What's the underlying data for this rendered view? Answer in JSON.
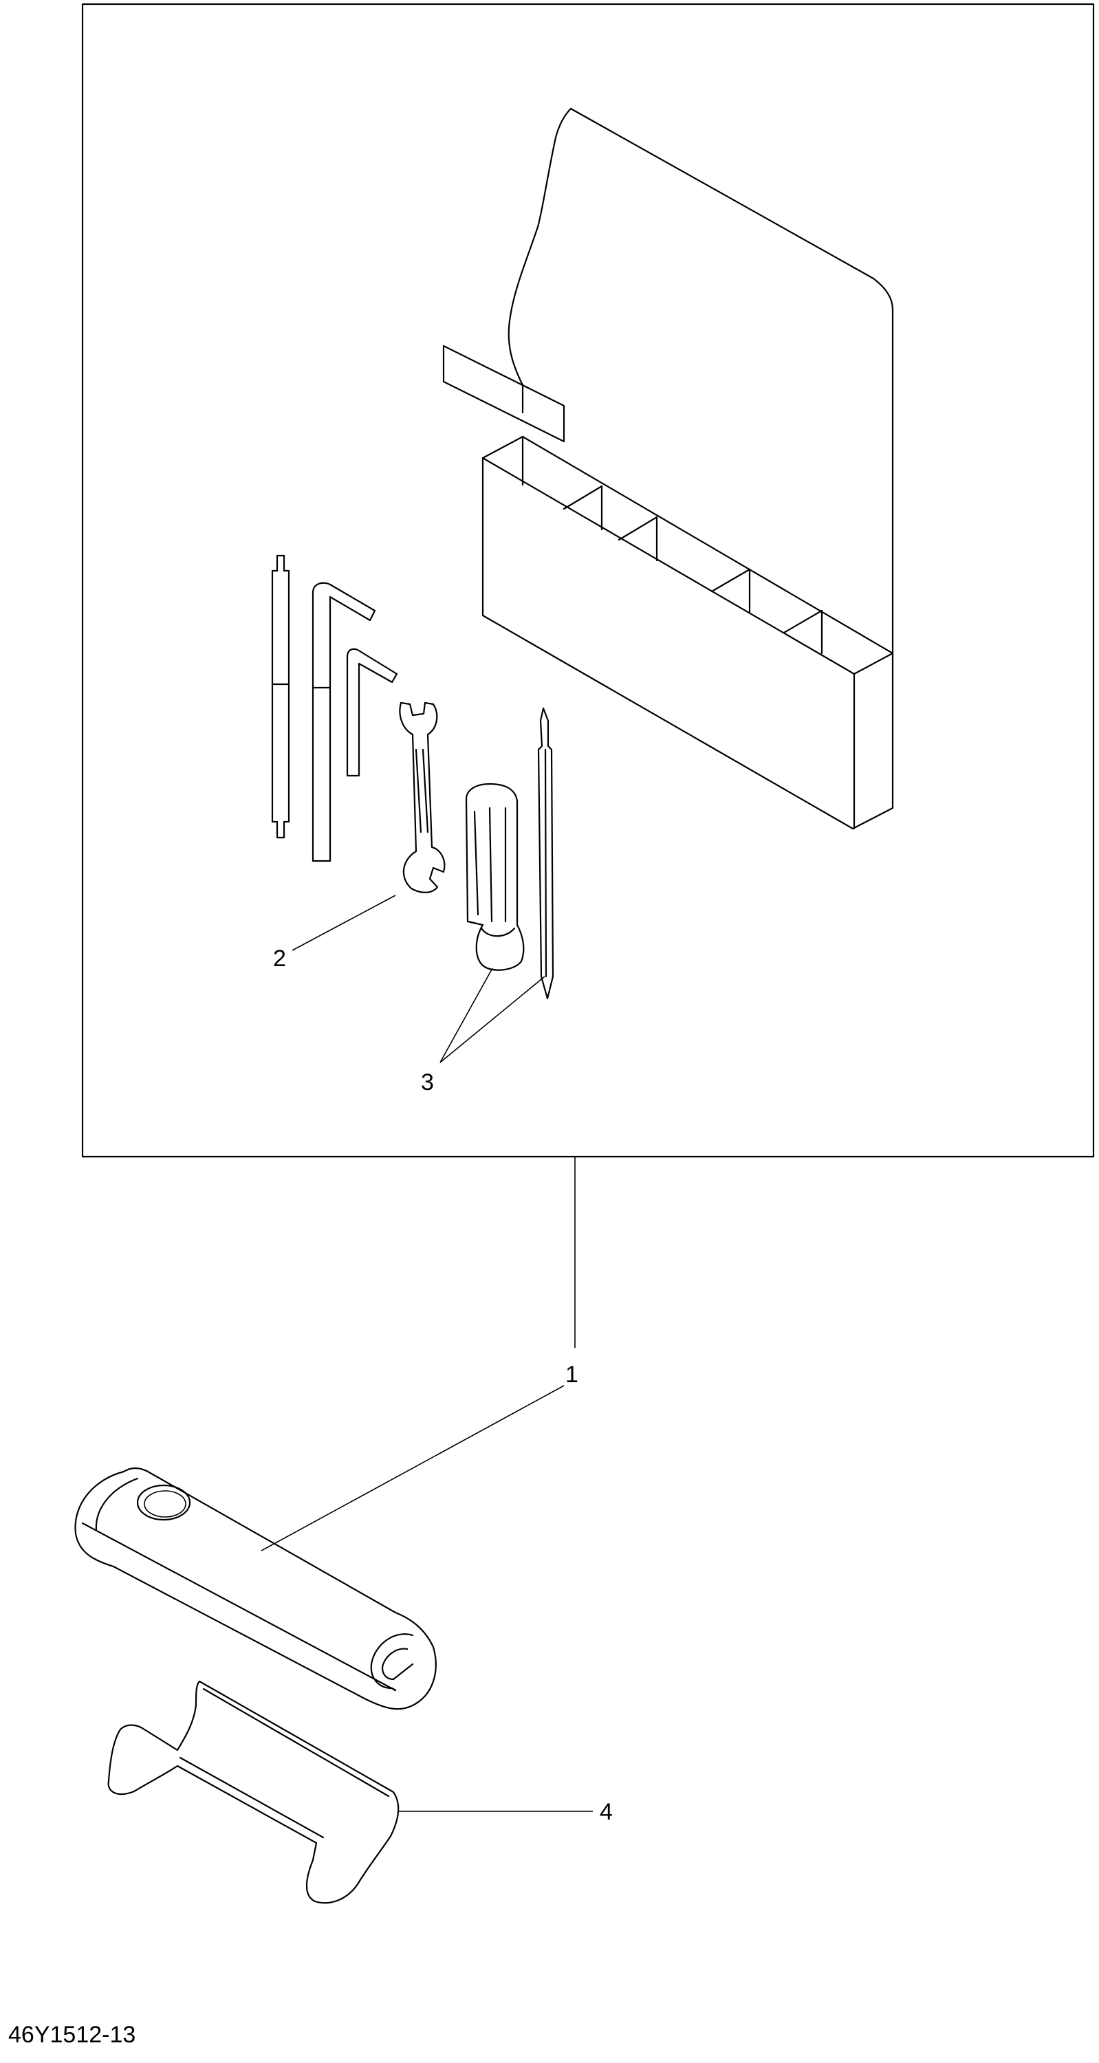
{
  "callouts": [
    {
      "id": "1",
      "label": "1"
    },
    {
      "id": "2",
      "label": "2"
    },
    {
      "id": "3",
      "label": "3"
    },
    {
      "id": "4",
      "label": "4"
    }
  ],
  "figure_code": "46Y1512-13"
}
